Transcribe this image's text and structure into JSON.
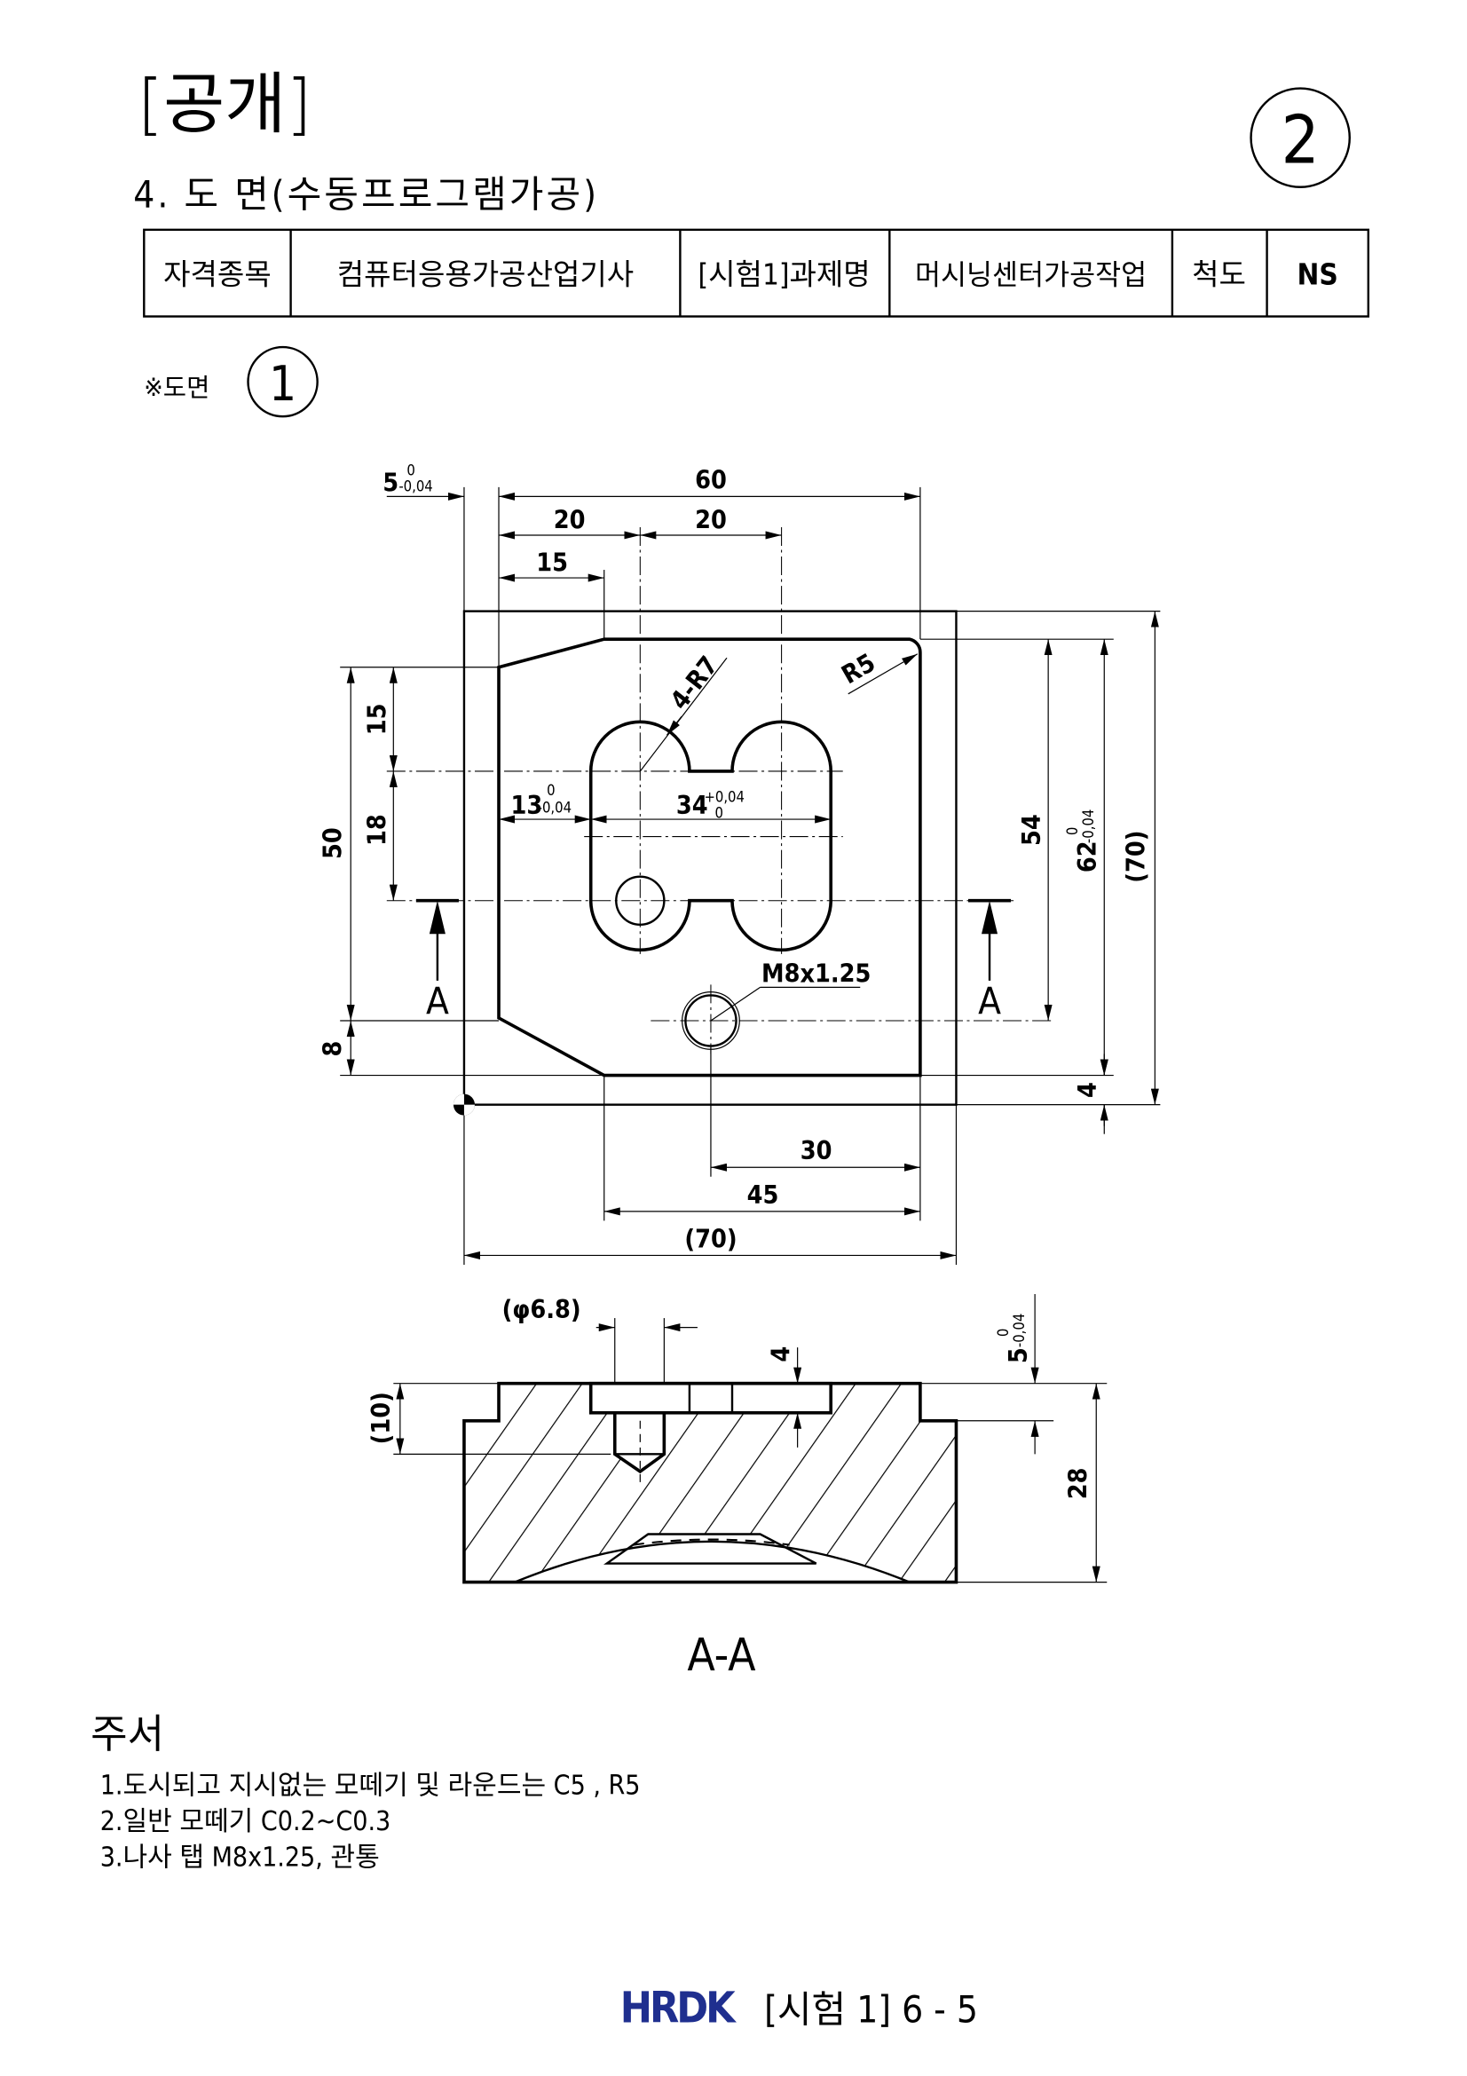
{
  "header": {
    "public_label": "[공개]",
    "sheet_number": "2",
    "section_title": "4. 도 면(수동프로그램가공)"
  },
  "info_table": {
    "cells": [
      "자격종목",
      "컴퓨터응용가공산업기사",
      "[시험1]과제명",
      "머시닝센터가공작업",
      "척도",
      "NS"
    ]
  },
  "drawing_label": "※도면",
  "drawing_number": "1",
  "plan_view": {
    "d5": "5",
    "d5_tol_upper": "0",
    "d5_tol_lower": "-0,04",
    "d60": "60",
    "d20a": "20",
    "d20b": "20",
    "d15": "15",
    "r7": "4-R7",
    "r5": "R5",
    "d13": "13",
    "d13_tol_upper": "0",
    "d13_tol_lower": "-0,04",
    "d34": "34",
    "d34_tol_upper": "+0,04",
    "d34_tol_lower": "0",
    "d15v": "15",
    "d18": "18",
    "d50": "50",
    "d8": "8",
    "d54": "54",
    "d62": "62",
    "d62_tol_upper": "0",
    "d62_tol_lower": "-0,04",
    "d70v": "(70)",
    "d4": "4",
    "d30": "30",
    "d45": "45",
    "d70h": "(70)",
    "thread": "M8x1.25",
    "section_marker": "A"
  },
  "section_view": {
    "phi": "(φ6.8)",
    "d4": "4",
    "d5": "5",
    "d5_tol_upper": "0",
    "d5_tol_lower": "-0,04",
    "d10": "(10)",
    "d28": "28",
    "title": "A-A"
  },
  "notes": {
    "title": "주서",
    "items": [
      "1.도시되고 지시없는 모떼기 및 라운드는 C5 , R5",
      "2.일반 모떼기 C0.2~C0.3",
      "3.나사 탭 M8x1.25, 관통"
    ]
  },
  "footer": {
    "logo": "HRDK",
    "page": "[시험 1] 6 - 5",
    "logo_color": "#1f2f8f"
  }
}
